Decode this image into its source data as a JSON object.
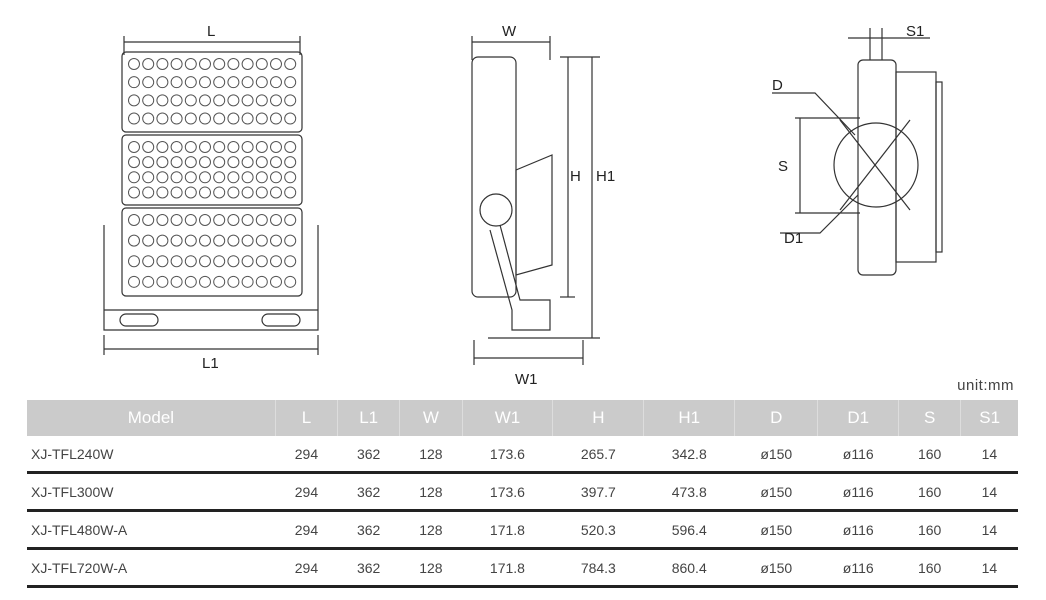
{
  "drawing_labels": {
    "front": {
      "L": "L",
      "L1": "L1"
    },
    "side": {
      "W": "W",
      "W1": "W1",
      "H": "H",
      "H1": "H1"
    },
    "mount": {
      "S1": "S1",
      "D": "D",
      "S": "S",
      "D1": "D1"
    }
  },
  "unit": "unit:mm",
  "table": {
    "headers": [
      "Model",
      "L",
      "L1",
      "W",
      "W1",
      "H",
      "H1",
      "D",
      "D1",
      "S",
      "S1"
    ],
    "rows": [
      [
        "XJ-TFL240W",
        "294",
        "362",
        "128",
        "173.6",
        "265.7",
        "342.8",
        "ø150",
        "ø116",
        "160",
        "14"
      ],
      [
        "XJ-TFL300W",
        "294",
        "362",
        "128",
        "173.6",
        "397.7",
        "473.8",
        "ø150",
        "ø116",
        "160",
        "14"
      ],
      [
        "XJ-TFL480W-A",
        "294",
        "362",
        "128",
        "171.8",
        "520.3",
        "596.4",
        "ø150",
        "ø116",
        "160",
        "14"
      ],
      [
        "XJ-TFL720W-A",
        "294",
        "362",
        "128",
        "171.8",
        "784.3",
        "860.4",
        "ø150",
        "ø116",
        "160",
        "14"
      ]
    ]
  }
}
